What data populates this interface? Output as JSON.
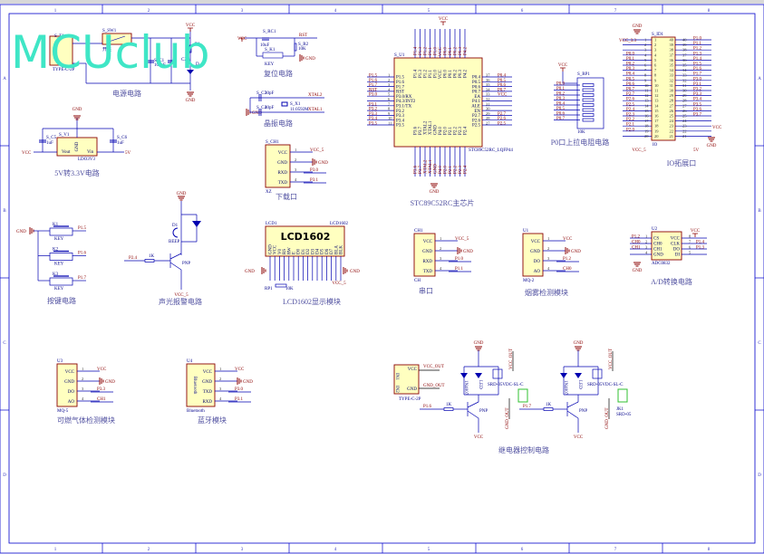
{
  "watermark": "MCUclub",
  "ruler": {
    "cols": [
      "1",
      "2",
      "3",
      "4",
      "5",
      "6",
      "7",
      "8"
    ],
    "rows": [
      "A",
      "B",
      "C",
      "D"
    ]
  },
  "sections": {
    "power": "电源电路",
    "reset": "复位电路",
    "crystal": "晶振电路",
    "ldo": "5V转3.3V电路",
    "download": "下载口",
    "mcu": "STC89C52RC主芯片",
    "pullup": "P0口上拉电阻电路",
    "io": "IO拓展口",
    "keys": "按键电路",
    "buzzer": "声光报警电路",
    "lcd": "LCD1602显示模块",
    "serial": "串口",
    "smoke": "烟雾检测模块",
    "adc": "A/D转换电路",
    "gas": "可燃气体检测模块",
    "bt": "蓝牙模块",
    "relay": "继电器控制电路"
  },
  "power": {
    "t1": "S_T1",
    "t1_part": "TYPE-C-2P",
    "sw": "S_SW1",
    "sw_part": "开关",
    "c1": "S_C1",
    "c1_val": "100uF",
    "c2": "C2",
    "r1": "R1",
    "d": "D",
    "vcc": "VCC",
    "gnd": "GND"
  },
  "reset": {
    "c": "S_RC1",
    "c_val": "10uF",
    "key": "S_K1",
    "key_part": "KEY",
    "r": "S_R2",
    "r_val": "10K",
    "rst": "RST",
    "vcc": "VCC",
    "gnd": "GND"
  },
  "crystal": {
    "c3": "S_C3",
    "c3_val": "30pF",
    "c4": "S_C4",
    "c4_val": "30pF",
    "x1": "S_X1",
    "x1_val": "11.0592M",
    "xtal1": "XTAL1",
    "xtal2": "XTAL2",
    "gnd": "GND"
  },
  "ldo": {
    "ref": "S_V1",
    "part": "LDO3V3",
    "c5": "S_C5",
    "c5_val": "1uF",
    "c6": "S_C6",
    "c6_val": "1uF",
    "vout": "Vout",
    "gnd_pin": "GND",
    "vin": "Vin",
    "vcc": "VCC",
    "v5": "5V",
    "gnd": "GND"
  },
  "download": {
    "ref": "S_CH1",
    "part": "XZ",
    "pins": [
      {
        "name": "VCC",
        "num": "1",
        "net": "VCC_5"
      },
      {
        "name": "GND",
        "num": "2",
        "net": "GND"
      },
      {
        "name": "RXD",
        "num": "3",
        "net": "P3.0"
      },
      {
        "name": "TXD",
        "num": "4",
        "net": "P3.1"
      }
    ]
  },
  "mcu": {
    "ref": "S_U1",
    "part": "STC89C52RC_LQFP44",
    "vcc": "VCC",
    "gnd": "GND",
    "left": [
      {
        "name": "P1.5",
        "num": "1",
        "net": "P1.5"
      },
      {
        "name": "P1.6",
        "num": "2",
        "net": "P1.6"
      },
      {
        "name": "P1.7",
        "num": "3",
        "net": "P1.7"
      },
      {
        "name": "RST",
        "num": "4",
        "net": "RST"
      },
      {
        "name": "P3.0/RX",
        "num": "5",
        "net": "P3.0"
      },
      {
        "name": "P4.3/INT2",
        "num": "6",
        "net": ""
      },
      {
        "name": "P3.1/TX",
        "num": "7",
        "net": "P3.1"
      },
      {
        "name": "P3.2",
        "num": "8",
        "net": "P3.2"
      },
      {
        "name": "P3.3",
        "num": "9",
        "net": "P3.3"
      },
      {
        "name": "P3.4",
        "num": "10",
        "net": "P3.4"
      },
      {
        "name": "P3.5",
        "num": "11",
        "net": "P3.5"
      }
    ],
    "right": [
      {
        "name": "P0.4",
        "num": "37",
        "net": "P0.4"
      },
      {
        "name": "P0.5",
        "num": "36",
        "net": "P0.5"
      },
      {
        "name": "P0.6",
        "num": "35",
        "net": "P0.6"
      },
      {
        "name": "P0.7",
        "num": "34",
        "net": "P0.7"
      },
      {
        "name": "EA",
        "num": "33",
        "net": "VCC"
      },
      {
        "name": "P4.1",
        "num": "32",
        "net": ""
      },
      {
        "name": "ALE",
        "num": "31",
        "net": ""
      },
      {
        "name": "EN",
        "num": "30",
        "net": ""
      },
      {
        "name": "P2.7",
        "num": "29",
        "net": "P2.7"
      },
      {
        "name": "P2.6",
        "num": "28",
        "net": "P2.6"
      },
      {
        "name": "P2.5",
        "num": "27",
        "net": "P2.5"
      }
    ],
    "top": [
      "P1.4",
      "P1.3",
      "P1.2",
      "P1.1",
      "P1.0",
      "VCC",
      "P0.0",
      "P0.1",
      "P0.2",
      "P0.3",
      "P4.2"
    ],
    "bottom": [
      "P3.6",
      "P3.7",
      "XTAL2",
      "XTAL1",
      "GND",
      "P4.0",
      "P2.0",
      "P2.1",
      "P2.2",
      "P2.3",
      "P2.4"
    ]
  },
  "pullup": {
    "ref": "S_RP1",
    "part": "10K",
    "vcc": "VCC",
    "nets": [
      "P0.0",
      "P0.1",
      "P0.2",
      "P0.3",
      "P0.4",
      "P0.5",
      "P0.6",
      "P0.7"
    ]
  },
  "io": {
    "ref": "S_ID1",
    "part": "IO",
    "gnd": "GND",
    "vcc33": "VCC_3.3",
    "vcc5": "VCC_5",
    "v5": "5V",
    "vcc": "VCC",
    "left_nets": [
      "",
      "",
      "",
      "P0.0",
      "P0.1",
      "P0.2",
      "P0.3",
      "P0.4",
      "P0.5",
      "P0.6",
      "P0.7",
      "P2.7",
      "P2.6",
      "P2.5",
      "P2.4",
      "P2.3",
      "P2.2",
      "P2.1",
      "P2.0",
      ""
    ],
    "right_nets": [
      "P1.0",
      "P1.1",
      "P1.2",
      "P1.3",
      "P1.4",
      "P1.5",
      "P1.6",
      "P1.7",
      "P3.0",
      "P3.1",
      "P3.2",
      "P3.3",
      "P3.4",
      "P3.5",
      "P3.6",
      "P3.7",
      "",
      "",
      "",
      ""
    ]
  },
  "keys": {
    "gnd": "GND",
    "items": [
      {
        "ref": "K1",
        "part": "KEY",
        "net": "P1.5"
      },
      {
        "ref": "K2",
        "part": "KEY",
        "net": "P1.6"
      },
      {
        "ref": "K3",
        "part": "KEY",
        "net": "P1.7"
      }
    ]
  },
  "buzzer": {
    "d1": "D1",
    "d1_part": "BEEP",
    "r": "1K",
    "q": "PNP",
    "in": "P2.4",
    "vcc": "VCC_5",
    "gnd": "GND"
  },
  "lcd": {
    "ref": "LCD1",
    "part": "LCD1602",
    "label": "LCD1602",
    "rp": "RP1",
    "rp_val": "10K",
    "gnd": "GND",
    "vcc": "VCC_5",
    "pins": [
      "GND",
      "VCC",
      "V0",
      "RS",
      "RW",
      "E",
      "D0",
      "D1",
      "D2",
      "D3",
      "D4",
      "D5",
      "D6",
      "D7",
      "BLA",
      "BLK"
    ]
  },
  "serial": {
    "ref": "CH1",
    "part": "CH",
    "pins": [
      {
        "name": "VCC",
        "num": "1",
        "net": "VCC_5"
      },
      {
        "name": "GND",
        "num": "2",
        "net": "GND"
      },
      {
        "name": "RXD",
        "num": "3",
        "net": "P1.0"
      },
      {
        "name": "TXD",
        "num": "4",
        "net": "P1.1"
      }
    ]
  },
  "smoke": {
    "ref": "U1",
    "part": "MQ-2",
    "pins": [
      {
        "name": "VCC",
        "num": "1",
        "net": "VCC"
      },
      {
        "name": "GND",
        "num": "2",
        "net": "GND"
      },
      {
        "name": "DO",
        "num": "3",
        "net": "P1.2"
      },
      {
        "name": "AO",
        "num": "4",
        "net": "CH0"
      }
    ]
  },
  "adc": {
    "ref": "U2",
    "part": "ADC0832",
    "vcc": "VCC",
    "gnd": "GND",
    "left": [
      {
        "name": "CS",
        "num": "1",
        "net": "P1.2"
      },
      {
        "name": "CH0",
        "num": "2",
        "net": "CH0"
      },
      {
        "name": "CH1",
        "num": "3",
        "net": "CH1"
      },
      {
        "name": "GND",
        "num": "4",
        "net": ""
      }
    ],
    "right": [
      {
        "name": "VCC",
        "num": "8",
        "net": ""
      },
      {
        "name": "CLK",
        "num": "7",
        "net": "P1.4"
      },
      {
        "name": "DO",
        "num": "6",
        "net": "P1.3"
      },
      {
        "name": "DI",
        "num": "5",
        "net": ""
      }
    ]
  },
  "gas": {
    "ref": "U3",
    "part": "MQ-5",
    "pins": [
      {
        "name": "VCC",
        "num": "1",
        "net": "VCC"
      },
      {
        "name": "GND",
        "num": "2",
        "net": "GND"
      },
      {
        "name": "DO",
        "num": "3",
        "net": "P3.3"
      },
      {
        "name": "AO",
        "num": "4",
        "net": "CH1"
      }
    ]
  },
  "bt": {
    "ref": "U4",
    "part": "Bluetooth",
    "inner": "Bluetooth",
    "pins": [
      {
        "name": "VCC",
        "num": "1",
        "net": "VCC"
      },
      {
        "name": "GND",
        "num": "2",
        "net": "GND"
      },
      {
        "name": "TXD",
        "num": "3",
        "net": "P3.0"
      },
      {
        "name": "RXD",
        "num": "4",
        "net": "P3.1"
      }
    ]
  },
  "typec": {
    "part": "TYPE-C-2P",
    "vcc": "VCC",
    "gnd": "GND",
    "vcc_out": "VCC_OUT",
    "gnd_out": "GND_OUT",
    "p1": "IN1",
    "p2": "IN2"
  },
  "relays": [
    {
      "in": "P1.6",
      "r": "1K",
      "q": "PNP",
      "gnd": "GND",
      "vcc": "VCC",
      "relay": "SRD-05VDC-SL-C",
      "led": "LED",
      "diode": "1N4007",
      "jack": "",
      "vcc_out": "VCC_OUT",
      "gnd_out": "GND_OUT"
    },
    {
      "in": "P1.7",
      "r": "1K",
      "q": "PNP",
      "gnd": "GND",
      "vcc": "VCC",
      "relay": "SRD-05VDC-SL-C",
      "led": "LED",
      "diode": "1N4007",
      "jack": "JK1",
      "jack_part": "SRD-05",
      "vcc_out": "VCC_OUT",
      "gnd_out": "GND_OUT"
    }
  ]
}
